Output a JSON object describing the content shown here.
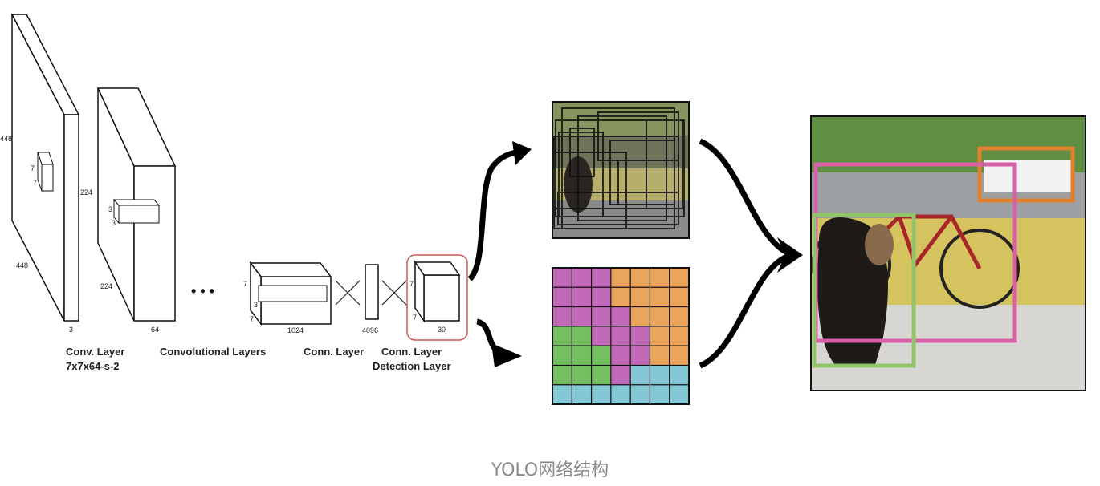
{
  "network": {
    "dims": {
      "input_size_left": "448",
      "input_size_bottom": "448",
      "input_channels": "3",
      "kernel": "7",
      "kernel2": "7",
      "conv1_size": "224",
      "conv1_size_bottom": "224",
      "conv1_channels": "64",
      "conv2_k_a": "3",
      "conv2_k_b": "3",
      "conv3_k_a": "7",
      "conv3_k_b": "3",
      "conv3_k_c": "7",
      "conv3_channels": "1024",
      "fc_units": "4096",
      "out_a": "7",
      "out_b": "7",
      "out_channels": "30"
    },
    "labels": {
      "conv_layer": "Conv. Layer",
      "conv_layer_spec": "7x7x64-s-2",
      "conv_layers": "Convolutional Layers",
      "conn_layer": "Conn. Layer",
      "conn_layer2": "Conn. Layer",
      "detection_layer": "Detection Layer"
    },
    "ellipsis": "• • •"
  },
  "class_grid": {
    "rows": 7,
    "cols": 7,
    "cells": [
      [
        "purple",
        "purple",
        "purple",
        "orange",
        "orange",
        "orange",
        "orange"
      ],
      [
        "purple",
        "purple",
        "purple",
        "orange",
        "orange",
        "orange",
        "orange"
      ],
      [
        "purple",
        "purple",
        "purple",
        "purple",
        "orange",
        "orange",
        "orange"
      ],
      [
        "green",
        "green",
        "purple",
        "purple",
        "purple",
        "orange",
        "orange"
      ],
      [
        "green",
        "green",
        "green",
        "purple",
        "purple",
        "orange",
        "orange"
      ],
      [
        "green",
        "green",
        "green",
        "purple",
        "blue",
        "blue",
        "blue"
      ],
      [
        "blue",
        "blue",
        "blue",
        "blue",
        "blue",
        "blue",
        "blue"
      ]
    ],
    "colors": {
      "purple": "#c063b8",
      "orange": "#eea154",
      "green": "#6dbf5a",
      "blue": "#7ec8d8"
    }
  },
  "detections": {
    "colors": {
      "car": "#e07f2c",
      "bicycle": "#d760a8",
      "dog": "#93c46b",
      "highlight": "#c85a54"
    }
  },
  "caption": "YOLO网络结构"
}
